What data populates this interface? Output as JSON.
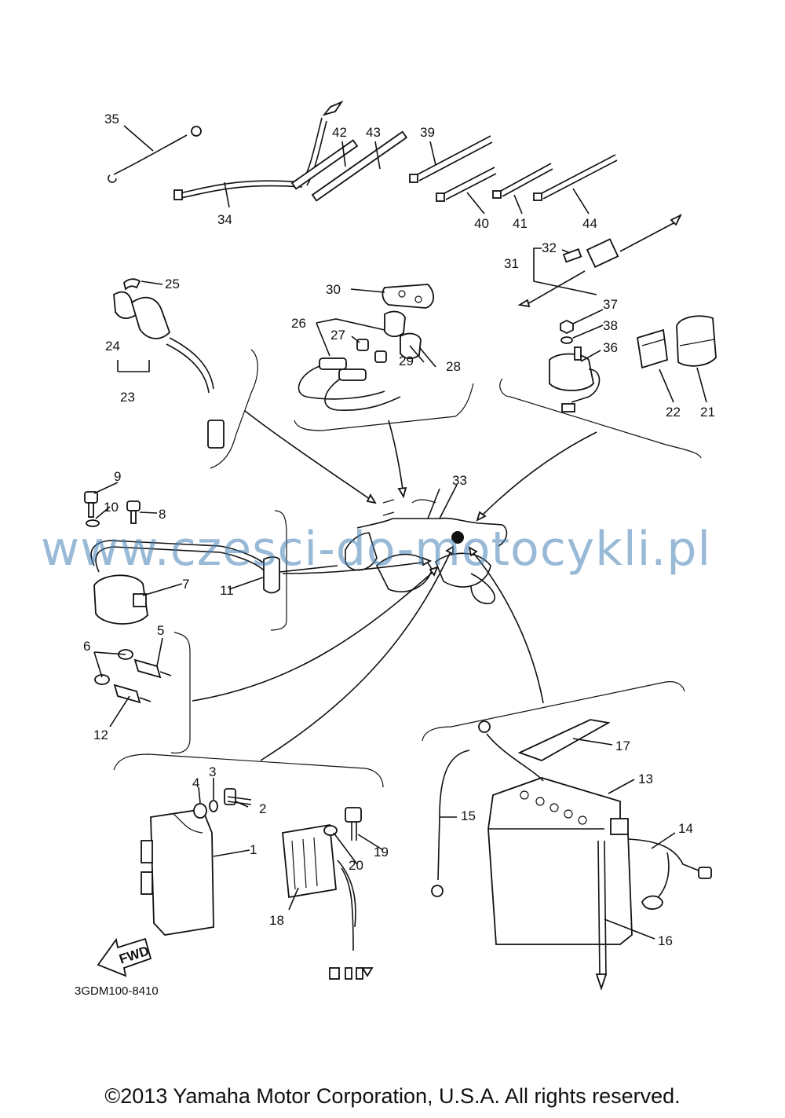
{
  "diagram": {
    "callouts": [
      "1",
      "2",
      "3",
      "4",
      "5",
      "6",
      "7",
      "8",
      "9",
      "10",
      "11",
      "12",
      "13",
      "14",
      "15",
      "16",
      "17",
      "18",
      "19",
      "20",
      "21",
      "22",
      "23",
      "24",
      "25",
      "26",
      "27",
      "28",
      "29",
      "30",
      "31",
      "32",
      "33",
      "34",
      "35",
      "36",
      "37",
      "38",
      "39",
      "40",
      "41",
      "42",
      "43",
      "44"
    ],
    "fwd_label": "FWD",
    "part_number": "3GDM100-8410"
  },
  "watermark": "www.czesci-do-motocykli.pl",
  "copyright": "©2013 Yamaha Motor Corporation, U.S.A. All rights reserved."
}
